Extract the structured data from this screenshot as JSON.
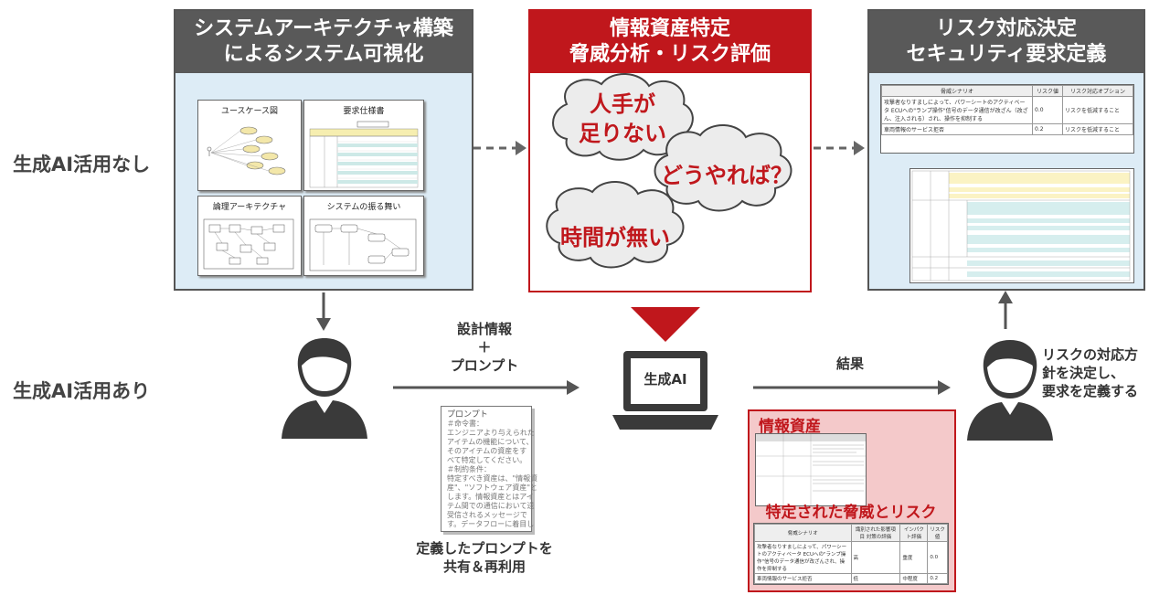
{
  "rows": {
    "without_ai": "生成AI活用なし",
    "with_ai": "生成AI活用あり"
  },
  "panels": {
    "visualize": {
      "title_line1": "システムアーキテクチャ構築",
      "title_line2": "によるシステム可視化",
      "thumbs": [
        "ユースケース図",
        "要求仕様書",
        "論理アーキテクチャ",
        "システムの振る舞い"
      ]
    },
    "analysis": {
      "title_line1": "情報資産特定",
      "title_line2": "脅威分析・リスク評価",
      "clouds": [
        "人手が\n足りない",
        "どうやれば？",
        "時間が無い"
      ]
    },
    "decision": {
      "title_line1": "リスク対応決定",
      "title_line2": "セキュリティ要求定義",
      "table_headers": [
        "脅威シナリオ",
        "リスク値",
        "リスク対応オプション"
      ],
      "table_rows": [
        [
          "攻撃者なりすましによって、パワーシートのアクティベータ ECUへの\"ランプ操作\"信号のデータ通信が改ざん（改ざん、注入される）され、操作を抑制する",
          "0.0",
          "リスクを低減すること"
        ],
        [
          "車両情報のサービス拒否",
          "0.2",
          "リスクを低減すること"
        ]
      ]
    }
  },
  "flow": {
    "input_label": "設計情報\n＋\nプロンプト",
    "ai_label": "生成AI",
    "result_label": "結果",
    "prompt_caption": "定義したプロンプトを\n共有＆再利用",
    "person_right_caption": "リスクの対応方\n針を決定し、\n要求を定義する"
  },
  "prompt_doc": {
    "lines": [
      "プロンプト",
      "＃命令書：",
      "エンジニアより与えられた",
      "アイテムの機能について、",
      "そのアイテムの資産をす",
      "べて特定してください。",
      "＃制約条件：",
      "特定すべき資産は、\"情報資",
      "産\"、\"ソフトウェア資産\"と",
      "します。情報資産とはアイ",
      "テム間での通信において送",
      "受信されるメッセージで",
      "す。データフローに着目し"
    ]
  },
  "result_doc": {
    "asset_label": "情報資産",
    "threat_label": "特定された脅威とリスク",
    "threat_headers": [
      "脅威シナリオ",
      "識別された影響項目 対策の評価",
      "インパクト評価",
      "リスク値"
    ],
    "threat_rows": [
      [
        "攻撃者なりすましによって、パワーシートのアクティベータ ECUへの\"ランプ操作\"信号のデータ通信が改ざんされ、操作を抑制する",
        "高",
        "重度",
        "0.0"
      ],
      [
        "車両情報のサービス拒否",
        "低",
        "中程度",
        "0.2"
      ]
    ]
  },
  "colors": {
    "accent_red": "#c0171c",
    "header_gray": "#595959",
    "panel_blue": "#ddecf6"
  }
}
